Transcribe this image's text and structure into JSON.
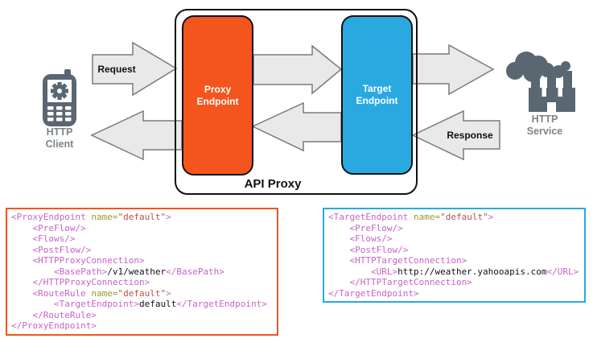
{
  "diagram": {
    "container_label": "API Proxy",
    "request_label": "Request",
    "response_label": "Response",
    "client_label": [
      "HTTP",
      "Client"
    ],
    "service_label": [
      "HTTP",
      "Service"
    ],
    "proxy_endpoint": {
      "label": [
        "Proxy",
        "Endpoint"
      ],
      "color": "#F4551D"
    },
    "target_endpoint": {
      "label": [
        "Target",
        "Endpoint"
      ],
      "color": "#29A9E0"
    },
    "icon_color": "#5A6772",
    "arrow_fill": "#E9E9E9",
    "arrow_stroke": "#7A7A7A"
  },
  "code_blocks": {
    "proxy": {
      "border_color": "#F4551D",
      "lines": [
        [
          [
            "t",
            "<ProxyEndpoint "
          ],
          [
            "a",
            "name="
          ],
          [
            "v",
            "\"default\""
          ],
          [
            "t",
            ">"
          ]
        ],
        [
          [
            "t",
            "    <PreFlow/>"
          ]
        ],
        [
          [
            "t",
            "    <Flows/>"
          ]
        ],
        [
          [
            "t",
            "    <PostFlow/>"
          ]
        ],
        [
          [
            "t",
            "    <HTTPProxyConnection>"
          ]
        ],
        [
          [
            "t",
            "        <BasePath>"
          ],
          [
            "x",
            "/v1/weather"
          ],
          [
            "t",
            "</BasePath>"
          ]
        ],
        [
          [
            "t",
            "    </HTTPProxyConnection>"
          ]
        ],
        [
          [
            "t",
            "    <RouteRule "
          ],
          [
            "a",
            "name="
          ],
          [
            "v",
            "\"default\""
          ],
          [
            "t",
            ">"
          ]
        ],
        [
          [
            "t",
            "        <TargetEndpoint>"
          ],
          [
            "x",
            "default"
          ],
          [
            "t",
            "</TargetEndpoint>"
          ]
        ],
        [
          [
            "t",
            "    </RouteRule>"
          ]
        ],
        [
          [
            "t",
            "</ProxyEndpoint>"
          ]
        ]
      ]
    },
    "target": {
      "border_color": "#29A9E0",
      "lines": [
        [
          [
            "t",
            "<TargetEndpoint "
          ],
          [
            "a",
            "name="
          ],
          [
            "v",
            "\"default\""
          ],
          [
            "t",
            ">"
          ]
        ],
        [
          [
            "t",
            "    <PreFlow/>"
          ]
        ],
        [
          [
            "t",
            "    <Flows/>"
          ]
        ],
        [
          [
            "t",
            "    <PostFlow/>"
          ]
        ],
        [
          [
            "t",
            "    <HTTPTargetConnection>"
          ]
        ],
        [
          [
            "t",
            "        <URL>"
          ],
          [
            "x",
            "http://weather.yahooapis.com"
          ],
          [
            "t",
            "</URL>"
          ]
        ],
        [
          [
            "t",
            "    </HTTPTargetConnection>"
          ]
        ],
        [
          [
            "t",
            "</TargetEndpoint>"
          ]
        ]
      ]
    }
  },
  "syntax_colors": {
    "tag": "#C763C7",
    "attr_name": "#99992E",
    "attr_value": "#C0504A",
    "text": "#111111"
  }
}
